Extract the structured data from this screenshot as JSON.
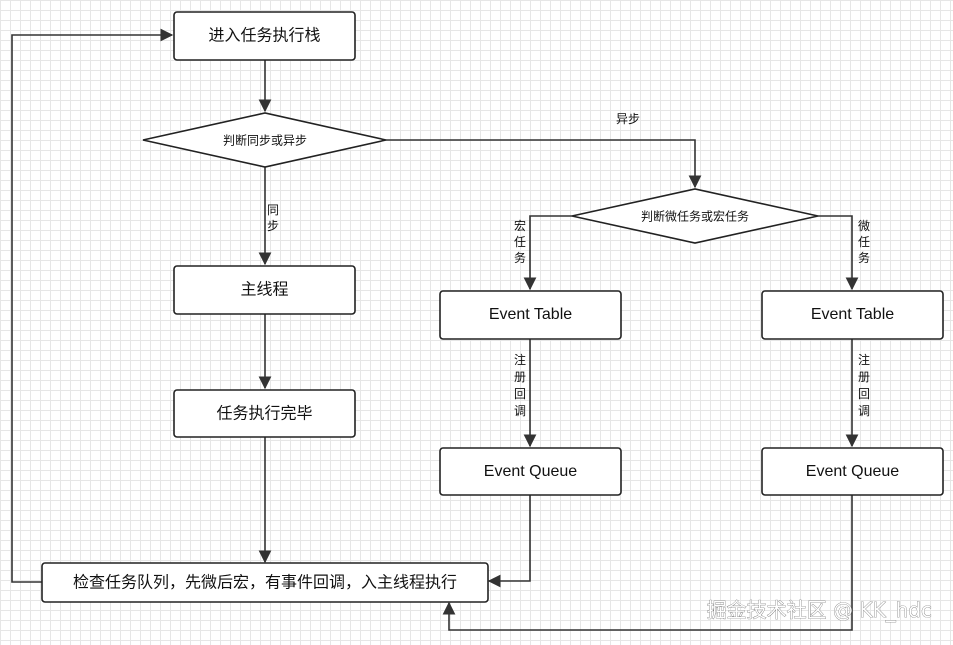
{
  "nodes": {
    "enter_stack": "进入任务执行栈",
    "sync_async_decision": "判断同步或异步",
    "main_thread": "主线程",
    "task_done": "任务执行完毕",
    "macro_micro_decision": "判断微任务或宏任务",
    "event_table_macro": "Event Table",
    "event_table_micro": "Event Table",
    "event_queue_macro": "Event Queue",
    "event_queue_micro": "Event Queue",
    "check_queue": "检查任务队列，先微后宏，有事件回调，入主线程执行"
  },
  "edge_labels": {
    "async": "异步",
    "sync": [
      "同",
      "步"
    ],
    "macro_task": [
      "宏",
      "任",
      "务"
    ],
    "micro_task": [
      "微",
      "任",
      "务"
    ],
    "register_callback_left": [
      "注",
      "册",
      "回",
      "调"
    ],
    "register_callback_right": [
      "注",
      "册",
      "回",
      "调"
    ]
  },
  "watermark": "掘金技术社区 @ KK_hdc",
  "colors": {
    "stroke": "#222222",
    "edge": "#333333",
    "grid": "#e6e6e6",
    "background": "#ffffff"
  }
}
